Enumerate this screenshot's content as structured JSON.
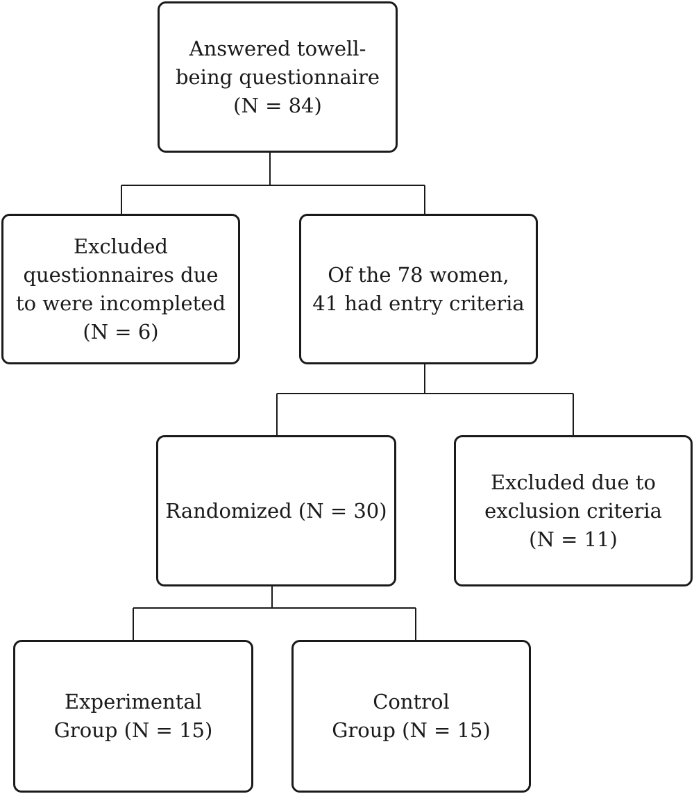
{
  "flowchart": {
    "answered": {
      "line1": "Answered towell-",
      "line2": "being questionnaire",
      "line3": "(N = 84)"
    },
    "excluded_incomplete": {
      "line1": "Excluded",
      "line2": "questionnaires due",
      "line3": "to were incompleted",
      "line4": "(N = 6)"
    },
    "entry_criteria": {
      "line1": "Of the 78 women,",
      "line2": "41 had entry criteria"
    },
    "randomized": {
      "line1": "Randomized (N = 30)"
    },
    "excluded_criteria": {
      "line1": "Excluded due to",
      "line2": "exclusion criteria",
      "line3": "(N = 11)"
    },
    "experimental": {
      "line1": "Experimental",
      "line2": "Group (N = 15)"
    },
    "control": {
      "line1": "Control",
      "line2": "Group (N = 15)"
    }
  }
}
